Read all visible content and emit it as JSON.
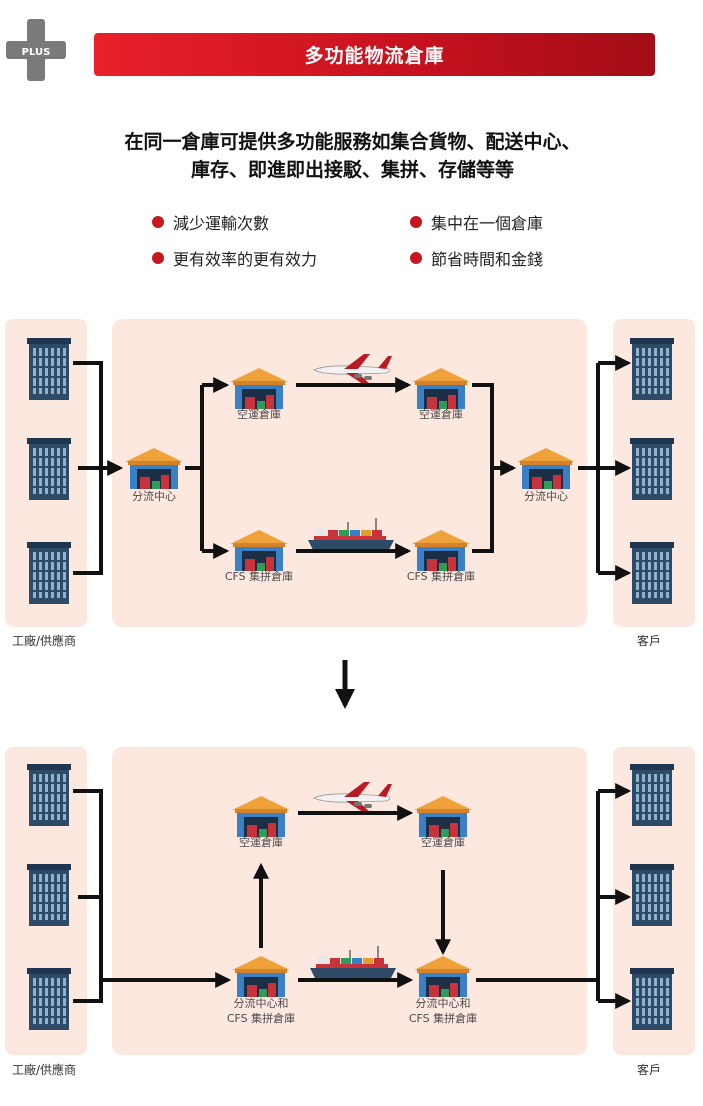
{
  "header": {
    "badge": "PLUS",
    "title": "多功能物流倉庫",
    "headline_lines": [
      "在同一倉庫可提供多功能服務如集合貨物、配送中心、",
      "庫存、即進即出接駁、集拼、存儲等等"
    ]
  },
  "benefits": [
    "減少運輸次數",
    "集中在一個倉庫",
    "更有效率的更有效力",
    "節省時間和金錢"
  ],
  "diagram_before": {
    "left_caption": "工廠/供應商",
    "right_caption": "客戶",
    "labels": {
      "dist_left": "分流中心",
      "air_left": "空運倉庫",
      "air_right": "空運倉庫",
      "cfs_left": "CFS 集拼倉庫",
      "cfs_right": "CFS 集拼倉庫",
      "dist_right": "分流中心"
    }
  },
  "diagram_after": {
    "left_caption": "工廠/供應商",
    "right_caption": "客戶",
    "labels": {
      "air_left": "空運倉庫",
      "air_right": "空運倉庫",
      "combo_left_1": "分流中心和",
      "combo_left_2": "CFS 集拼倉庫",
      "combo_right_1": "分流中心和",
      "combo_right_2": "CFS 集拼倉庫"
    }
  },
  "colors": {
    "accent": "#c8161f",
    "panel": "#fde8e0",
    "building": "#2d4a66",
    "warehouse_roof": "#f0a23a",
    "warehouse_body": "#3b7fc4",
    "cargo": "#c8323a"
  }
}
